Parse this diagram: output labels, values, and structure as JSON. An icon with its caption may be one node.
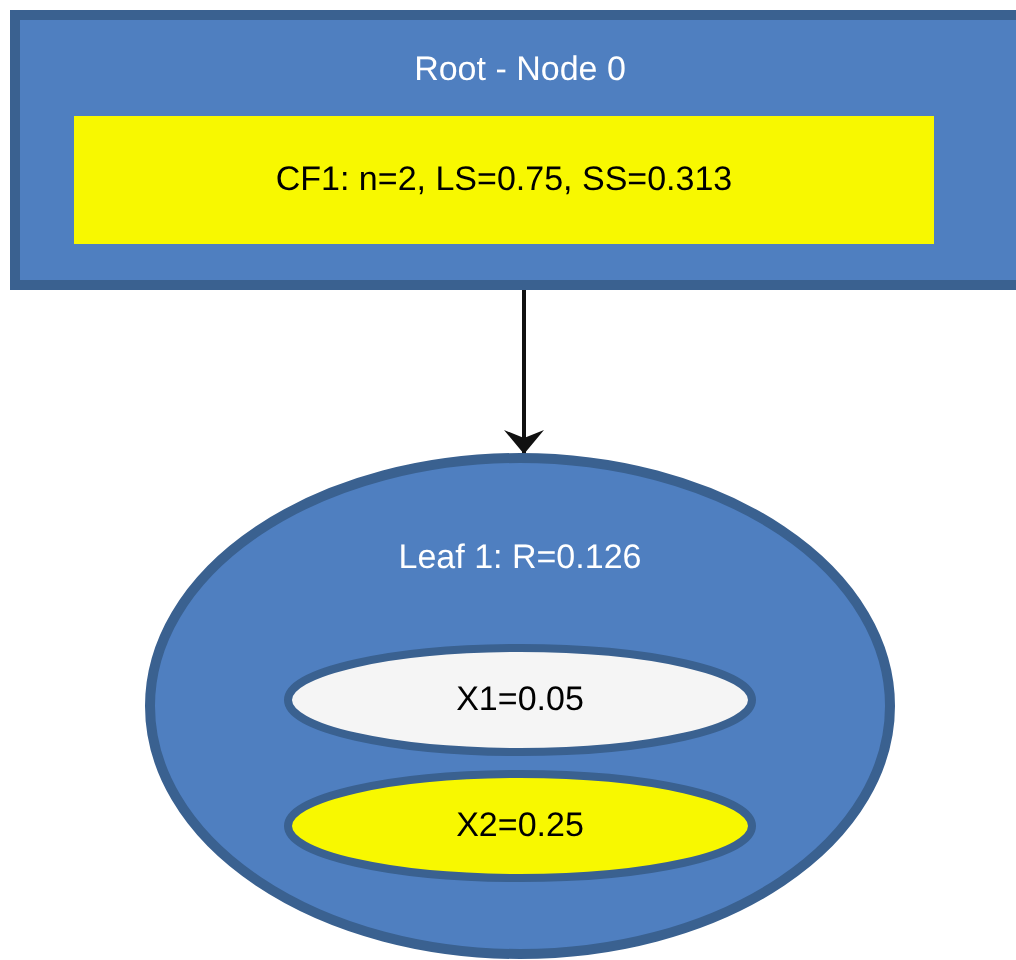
{
  "diagram": {
    "nodes": [
      {
        "text": [
          "Root - Node 0"
        ]
      },
      {
        "text": [
          "CF1: n=2, LS=0.75, SS=0.313"
        ],
        "in": 0
      },
      {
        "text": [
          "Leaf 1: R=0.126"
        ]
      },
      {
        "text": [
          "X1=0.05"
        ],
        "in": 2
      },
      {
        "text": [
          "X2=0.25"
        ],
        "in": 2
      }
    ],
    "edges": [
      {
        "from": 0,
        "to": 2,
        "arrow": "to"
      }
    ]
  }
}
